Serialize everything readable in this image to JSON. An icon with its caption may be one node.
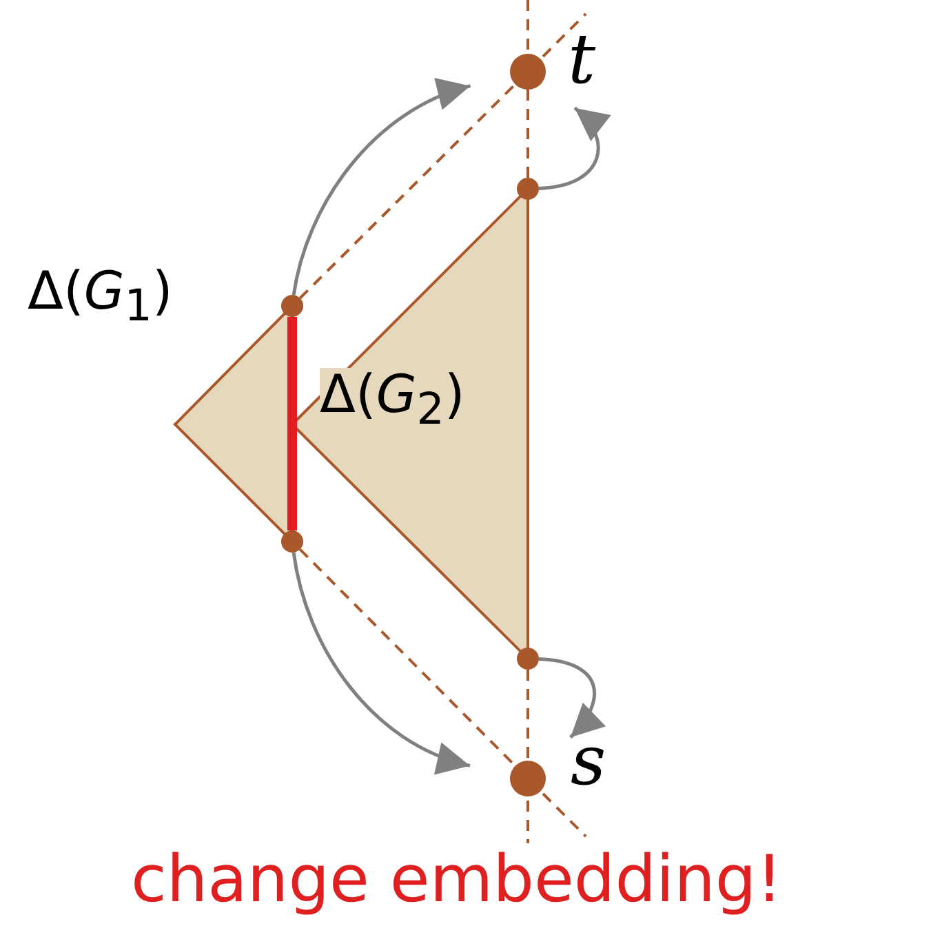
{
  "diagram": {
    "nodes": [
      {
        "text": [
          "Δ(*G*$_{1}$)"
        ]
      },
      {
        "text": [
          "Δ(*G*$_{2}$)"
        ]
      },
      {
        "text": [],
        "shape": "circle",
        "beside": [
          "t"
        ]
      },
      {
        "text": [],
        "shape": "circle",
        "beside": [
          "s"
        ]
      },
      {
        "text": [],
        "shape": "circle"
      },
      {
        "text": [],
        "shape": "circle"
      },
      {
        "text": [],
        "shape": "circle"
      },
      {
        "text": [],
        "shape": "circle"
      }
    ],
    "edges": [
      {
        "from": 4,
        "to": 2,
        "arrow": "to"
      },
      {
        "from": 6,
        "to": 2,
        "arrow": "to"
      },
      {
        "from": 5,
        "to": 3,
        "arrow": "to"
      },
      {
        "from": 7,
        "to": 3,
        "arrow": "to"
      },
      {
        "from": 4,
        "to": 2,
        "arrow": "none",
        "style": "dashed",
        "color": "#a8582a"
      },
      {
        "from": 6,
        "to": 2,
        "arrow": "none",
        "style": "dashed",
        "color": "#a8582a"
      },
      {
        "from": 5,
        "to": 3,
        "arrow": "none",
        "style": "dashed",
        "color": "#a8582a"
      },
      {
        "from": 7,
        "to": 3,
        "arrow": "none",
        "style": "dashed",
        "color": "#a8582a"
      },
      {
        "from": 4,
        "to": 5,
        "arrow": "none",
        "style": "thick",
        "color": "#e02020"
      }
    ],
    "labels": [
      "change embedding!"
    ]
  }
}
